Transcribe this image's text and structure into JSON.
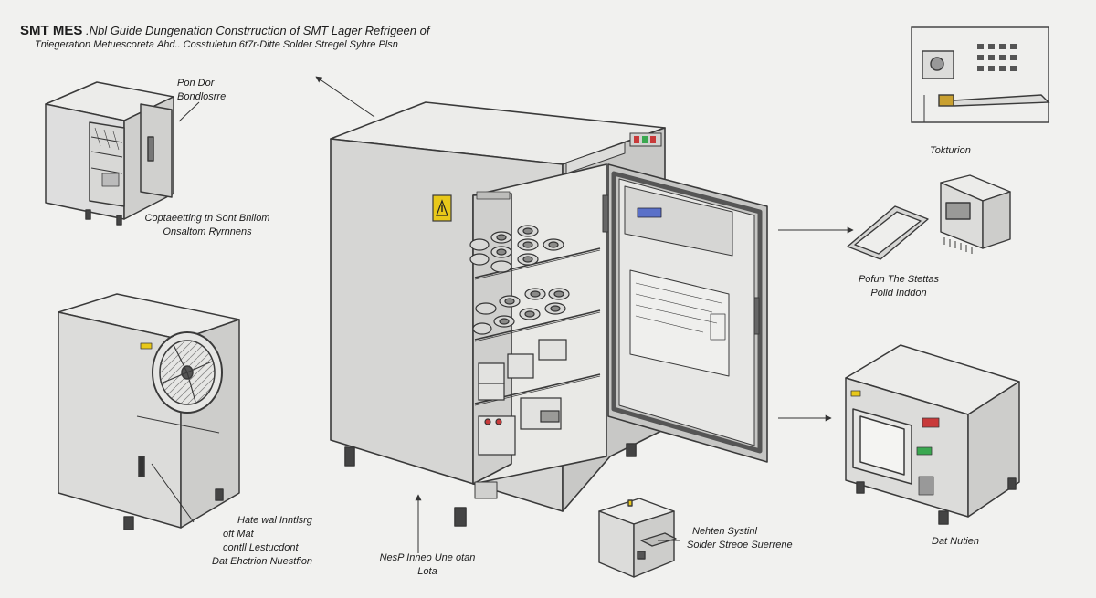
{
  "header": {
    "brand": "SMT MES",
    "line1": ".Nbl Guide  Dungenation Constrruction of SMT Lager Refrigeen of",
    "line2": "Tniegeratlon Metuescoretа Ahd.. Cosstuletun 6t7r-Ditte Solder Stregel Syhre Plsn"
  },
  "labels": {
    "small_oven": [
      "Pon Dor",
      "Bondlosrre"
    ],
    "small_oven_caption": [
      "Coptaeetting tn Sont Bnllom",
      "Onsaltom Ryrnnens"
    ],
    "control_panel": "Tokturion",
    "tablet_device": [
      "Pofun The Stettas",
      "Polld Inddon"
    ],
    "condenser_unit": [
      "Hate wal Inntlsrg",
      "oft Mat",
      "contll Lestucdont",
      "Dat Ehctrion Nuestfion"
    ],
    "main_cabinet": [
      "NesP Inneo Une otan",
      "Lota"
    ],
    "solder_box": [
      "Nehten Systinl",
      "Solder Streoe Suerrene"
    ],
    "data_unit": "Dat Nutien"
  },
  "palette": {
    "background": "#f1f1ef",
    "line": "#3a3a3a",
    "panel": "#d8d8d6",
    "warning": "#e8c81a",
    "display_blue": "#5a70c8",
    "indicator_red": "#c83a3a",
    "indicator_green": "#3aa850"
  }
}
